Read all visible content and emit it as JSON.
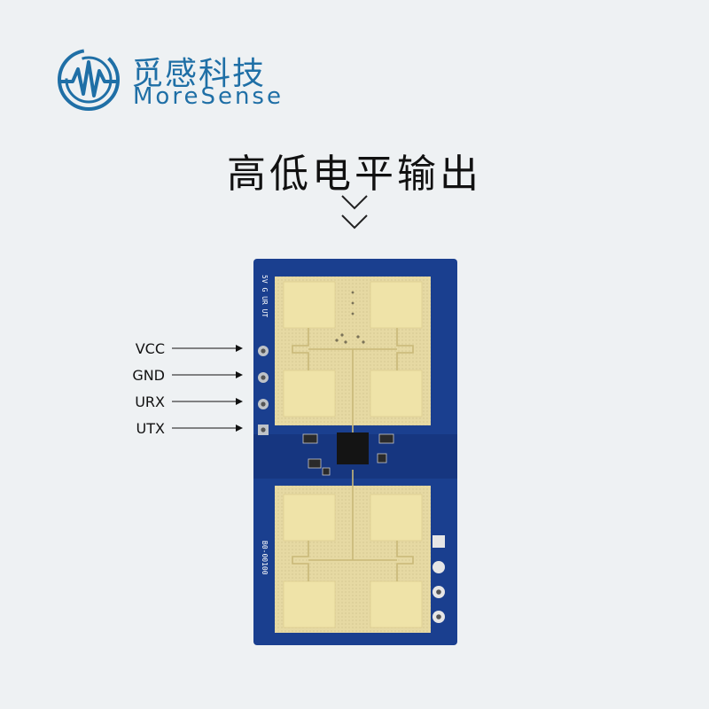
{
  "brand": {
    "name_cn": "觅感科技",
    "name_en": "MoreSense"
  },
  "heading": "高低电平输出",
  "pins": [
    {
      "label": "VCC"
    },
    {
      "label": "GND"
    },
    {
      "label": "URX"
    },
    {
      "label": "UTX"
    }
  ],
  "board": {
    "silk_pins": "5V G UR UT",
    "silk_model": "B0-00100"
  },
  "colors": {
    "background": "#eef1f3",
    "brand_blue": "#1f6fa6",
    "pcb_blue": "#1a3f8f",
    "copper": "#e8dba0"
  }
}
